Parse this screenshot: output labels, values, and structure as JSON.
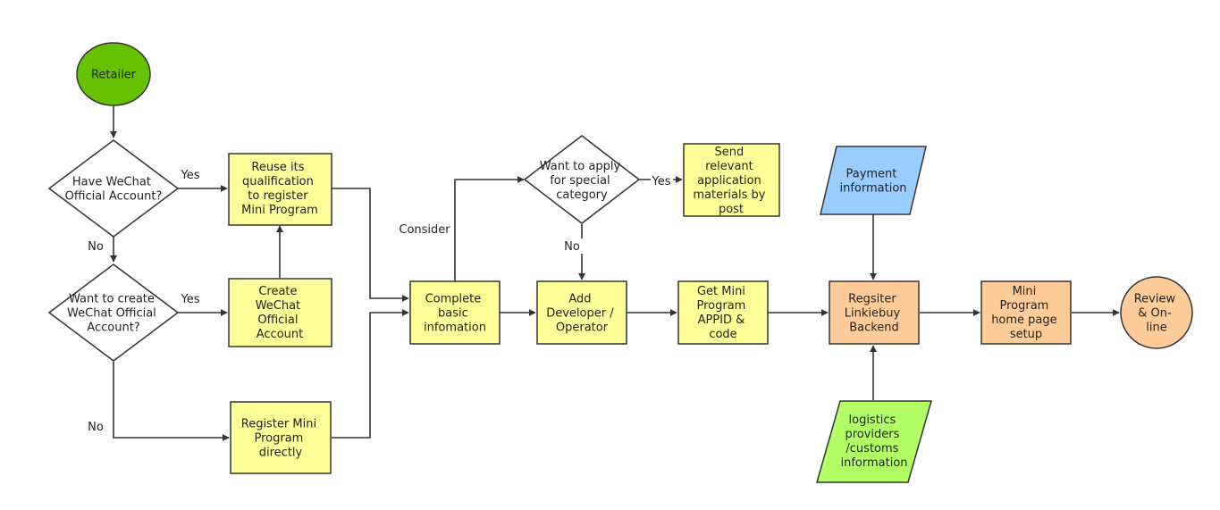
{
  "colors": {
    "green": "#66c200",
    "yellow": "#ffff99",
    "orange": "#ffcc99",
    "blue": "#99ccff",
    "lime": "#b3ff66",
    "decision": "#ffffff",
    "stroke": "#333333"
  },
  "nodes": {
    "retailer": {
      "lines": [
        "Retailer"
      ]
    },
    "have_wechat": {
      "lines": [
        "Have WeChat",
        "Official Account?"
      ]
    },
    "want_create": {
      "lines": [
        "Want to create",
        "WeChat Official",
        "Account?"
      ]
    },
    "reuse": {
      "lines": [
        "Reuse its",
        "qualification",
        "to register",
        "Mini Program"
      ]
    },
    "create": {
      "lines": [
        "Create",
        "WeChat",
        "Official",
        "Account"
      ]
    },
    "register_direct": {
      "lines": [
        "Register Mini",
        "Program",
        "directly"
      ]
    },
    "complete": {
      "lines": [
        "Complete",
        "basic",
        "infomation"
      ]
    },
    "special": {
      "lines": [
        "Want to apply",
        "for special",
        "category"
      ]
    },
    "send": {
      "lines": [
        "Send",
        "relevant",
        "application",
        "materials by",
        "post"
      ]
    },
    "add_dev": {
      "lines": [
        "Add",
        "Developer /",
        "Operator"
      ]
    },
    "get_appid": {
      "lines": [
        "Get Mini",
        "Program",
        "APPID &",
        "code"
      ]
    },
    "payment": {
      "lines": [
        "Payment",
        "information"
      ]
    },
    "register_backend": {
      "lines": [
        "Regsiter",
        "Linkiebuy",
        "Backend"
      ]
    },
    "logistics": {
      "lines": [
        "logistics",
        "providers",
        "/customs",
        "information"
      ]
    },
    "homepage": {
      "lines": [
        "Mini",
        "Program",
        "home page",
        "setup"
      ]
    },
    "review": {
      "lines": [
        "Review",
        "& On-",
        "line"
      ]
    }
  },
  "edge_labels": {
    "yes_have": "Yes",
    "no_have": "No",
    "yes_create": "Yes",
    "no_create": "No",
    "consider": "Consider",
    "yes_special": "Yes",
    "no_special": "No"
  }
}
